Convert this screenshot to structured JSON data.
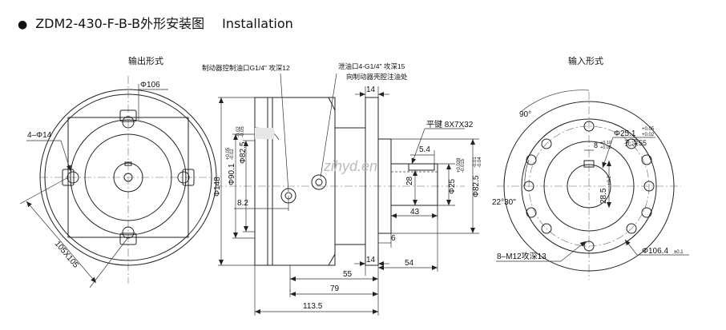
{
  "header": {
    "title": "ZDM2-430-F-B-B外形安装图",
    "subtitle": "Installation"
  },
  "views": {
    "output_label": "输出形式",
    "input_label": "输入形式"
  },
  "left_view": {
    "dim_106": "Φ106",
    "dim_4phi14": "4–Φ14",
    "dim_105x105": "105X105"
  },
  "side_view": {
    "note_brake_port": "制动器控制油口G1/4\" 攻深12",
    "note_drain_port": "泄油口4-G1/4\" 攻深15",
    "note_drain_sub": "向制动器壳腔注油处",
    "dim_14_top": "14",
    "dim_key": "平键 8X7X32",
    "dim_5_4": "5.4",
    "dim_28": "28",
    "dim_148": "Φ148",
    "dim_90_1": "Φ90.1",
    "dim_90_1_tol_up": "+0.05",
    "dim_90_1_tol_dn": "-0.02",
    "dim_82_5_left": "Φ82.5",
    "dim_82_5_left_tol_up": "-0.02",
    "dim_82_5_left_tol_dn": "-0.05",
    "dim_25": "Φ25",
    "dim_25_tol_up": "+0.028",
    "dim_25_tol_dn": "-0.015",
    "dim_82_5_right": "Φ82.5",
    "dim_82_5_right_tol_up": "-0.01",
    "dim_82_5_right_tol_dn": "-0.04",
    "dim_8_2": "8.2",
    "dim_43": "43",
    "dim_6": "6",
    "dim_14_bottom": "14",
    "dim_54": "54",
    "dim_55": "55",
    "dim_79": "79",
    "dim_113_5": "113.5",
    "watermark": "zihyd.en"
  },
  "right_view": {
    "dim_90deg": "90°",
    "dim_25_1": "Φ25.1",
    "dim_25_1_tol_up": "+0.05",
    "dim_25_1_tol_dn": "+0.02",
    "dim_hole_depth": "孔深55",
    "dim_8": "8",
    "dim_8_tol_up": "+0.10",
    "dim_8_tol_dn": "+0.05",
    "dim_28_5": "28.5",
    "dim_28_5_tol": "+0.2",
    "dim_22_30": "22°30\"",
    "dim_m12": "8–M12攻深13",
    "dim_106_4": "Φ106.4",
    "dim_106_4_tol": "±0.1"
  }
}
